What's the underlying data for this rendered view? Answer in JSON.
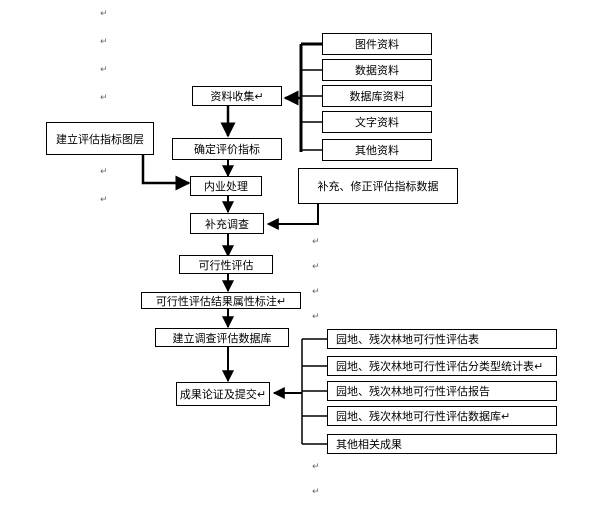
{
  "diagram": {
    "main_flow": [
      "资料收集↵",
      "确定评价指标",
      "内业处理",
      "补充调查",
      "可行性评估",
      "可行性评估结果属性标注↵",
      "建立调查评估数据库",
      "成果论证及提交↵"
    ],
    "input_materials": [
      "图件资料",
      "数据资料",
      "数据库资料",
      "文字资料",
      "其他资料"
    ],
    "side_boxes": {
      "build_layer": "建立评估指标图层",
      "supplement_data": "补充、修正评估指标数据"
    },
    "outputs": [
      "园地、残次林地可行性评估表",
      "园地、残次林地可行性评估分类型统计表↵",
      "园地、残次林地可行性评估报告",
      "园地、残次林地可行性评估数据库↵",
      "其他相关成果"
    ],
    "paragraph_mark": "↵"
  }
}
